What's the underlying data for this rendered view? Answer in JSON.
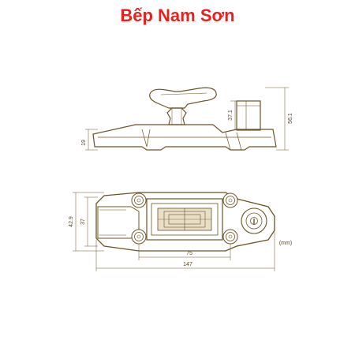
{
  "brand": {
    "text": "Bếp Nam Sơn",
    "color": "#e8201e"
  },
  "colors": {
    "line": "#6b5426",
    "fill": "#ffffff",
    "shade": "#e9dfc8"
  },
  "side_view": {
    "dimensions": {
      "base_height": "19",
      "knob_height": "37.1",
      "total_height": "56.1"
    }
  },
  "top_view": {
    "dimensions": {
      "width": "42.9",
      "inner_width": "37",
      "hole_spacing": "75",
      "length": "147"
    },
    "unit": "(mm)"
  }
}
